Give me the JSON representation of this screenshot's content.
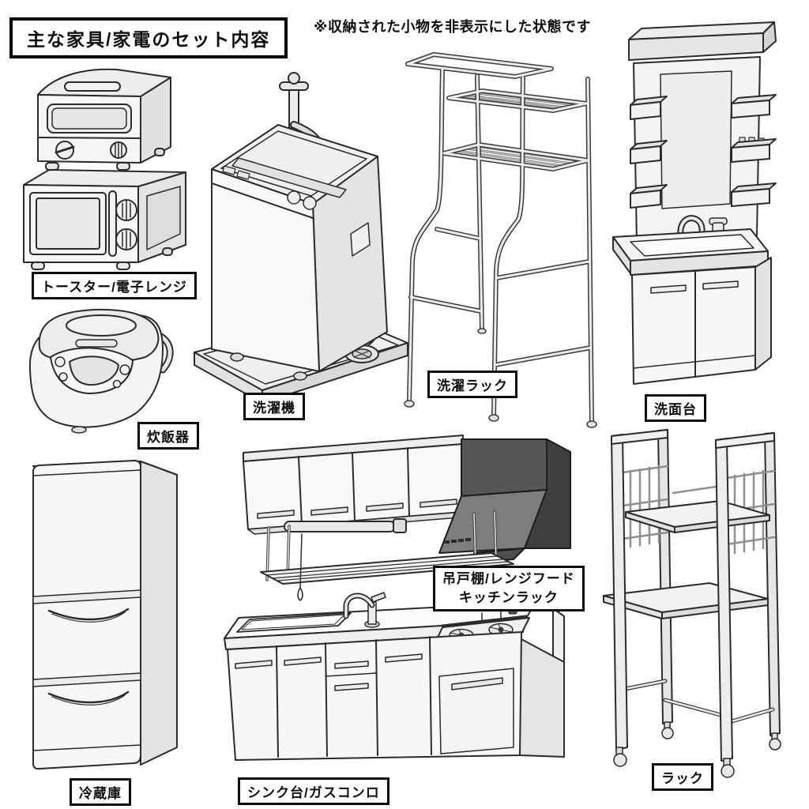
{
  "header": {
    "title": "主な家具/家電のセット内容",
    "note": "※収納された小物を非表示にした状態です"
  },
  "items": [
    {
      "id": "toaster-microwave",
      "label": "トースター/電子レンジ"
    },
    {
      "id": "rice-cooker",
      "label": "炊飯器"
    },
    {
      "id": "washing-machine",
      "label": "洗濯機"
    },
    {
      "id": "laundry-rack",
      "label": "洗濯ラック"
    },
    {
      "id": "washstand",
      "label": "洗面台"
    },
    {
      "id": "refrigerator",
      "label": "冷蔵庫"
    },
    {
      "id": "cupboard-hood",
      "label": "吊戸棚/レンジフード",
      "label2": "キッチンラック"
    },
    {
      "id": "sink-stove",
      "label": "シンク台/ガスコンロ"
    },
    {
      "id": "kitchen-rack",
      "label": "ラック"
    }
  ],
  "colors": {
    "outline": "#2b2b2b",
    "fill_white": "#f7f7f7",
    "fill_light": "#efefef",
    "fill_mid": "#e4e4e4",
    "fill_shade": "#d9d9d9",
    "hood_front": "#565656",
    "hood_panel": "#7d7d7d",
    "hood_side": "#3f3f3f",
    "background": "#ffffff"
  }
}
